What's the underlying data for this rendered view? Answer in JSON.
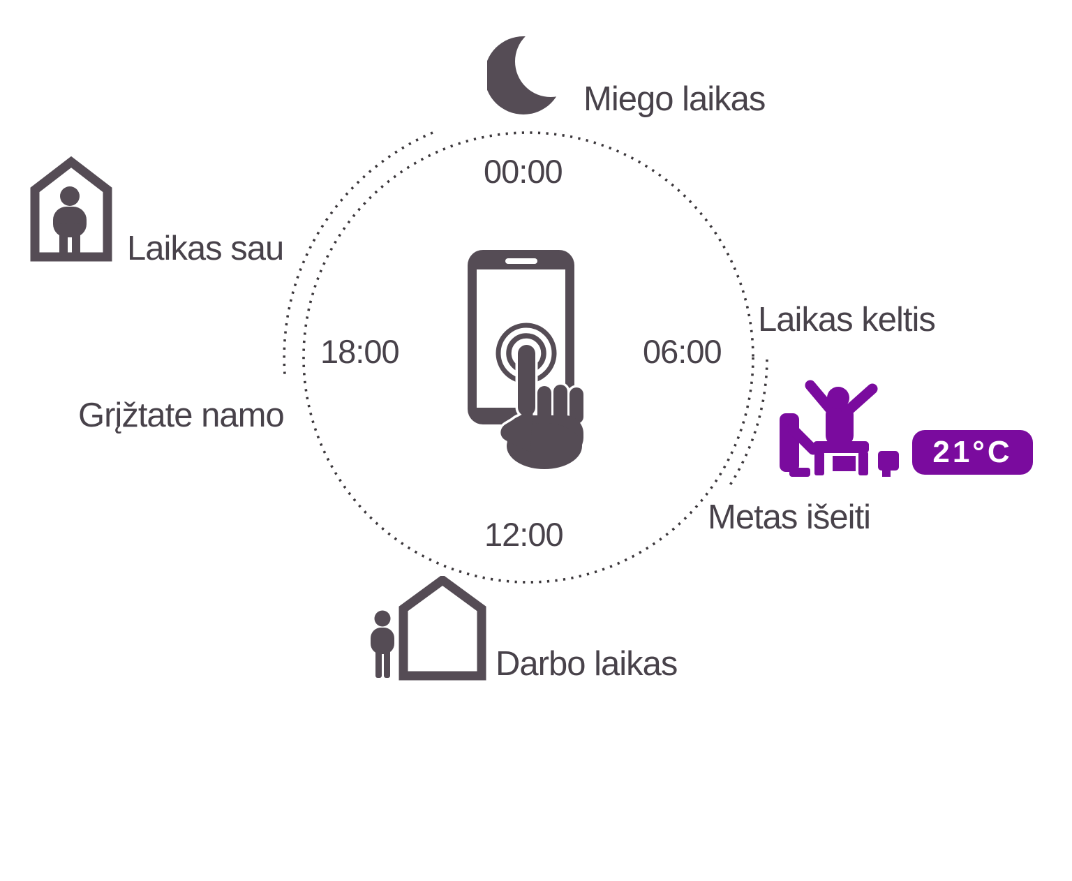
{
  "diagram": {
    "labels": {
      "sleep": "Miego laikas",
      "me_time": "Laikas sau",
      "wake_up": "Laikas keltis",
      "return_home": "Grįžtate namo",
      "time_to_leave": "Metas išeiti",
      "work_time": "Darbo laikas"
    },
    "clock": {
      "midnight": "00:00",
      "morning": "06:00",
      "noon": "12:00",
      "evening": "18:00"
    },
    "badge": {
      "temperature": "21°C"
    },
    "colors": {
      "ink": "#48424a",
      "icon": "#554c55",
      "accent_purple": "#7a0b9e",
      "dots": "#3b373b",
      "background": "#ffffff"
    },
    "icons": [
      "moon-icon",
      "house-person-icon",
      "smartphone-touch-icon",
      "wakeup-bed-icon",
      "person-outside-house-icon"
    ]
  }
}
